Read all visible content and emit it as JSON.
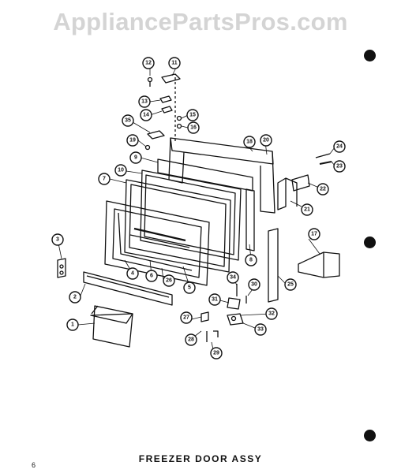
{
  "watermark": "AppliancePartsPros.com",
  "diagram_title": "FREEZER DOOR ASSY",
  "page_mark": "6",
  "callouts": [
    "1",
    "2",
    "3",
    "4",
    "5",
    "6",
    "7",
    "8",
    "9",
    "10",
    "11",
    "12",
    "13",
    "14",
    "15",
    "16",
    "17",
    "18",
    "19",
    "20",
    "21",
    "22",
    "23",
    "24",
    "25",
    "26",
    "27",
    "28",
    "29",
    "30",
    "31",
    "32",
    "33",
    "34",
    "35"
  ]
}
